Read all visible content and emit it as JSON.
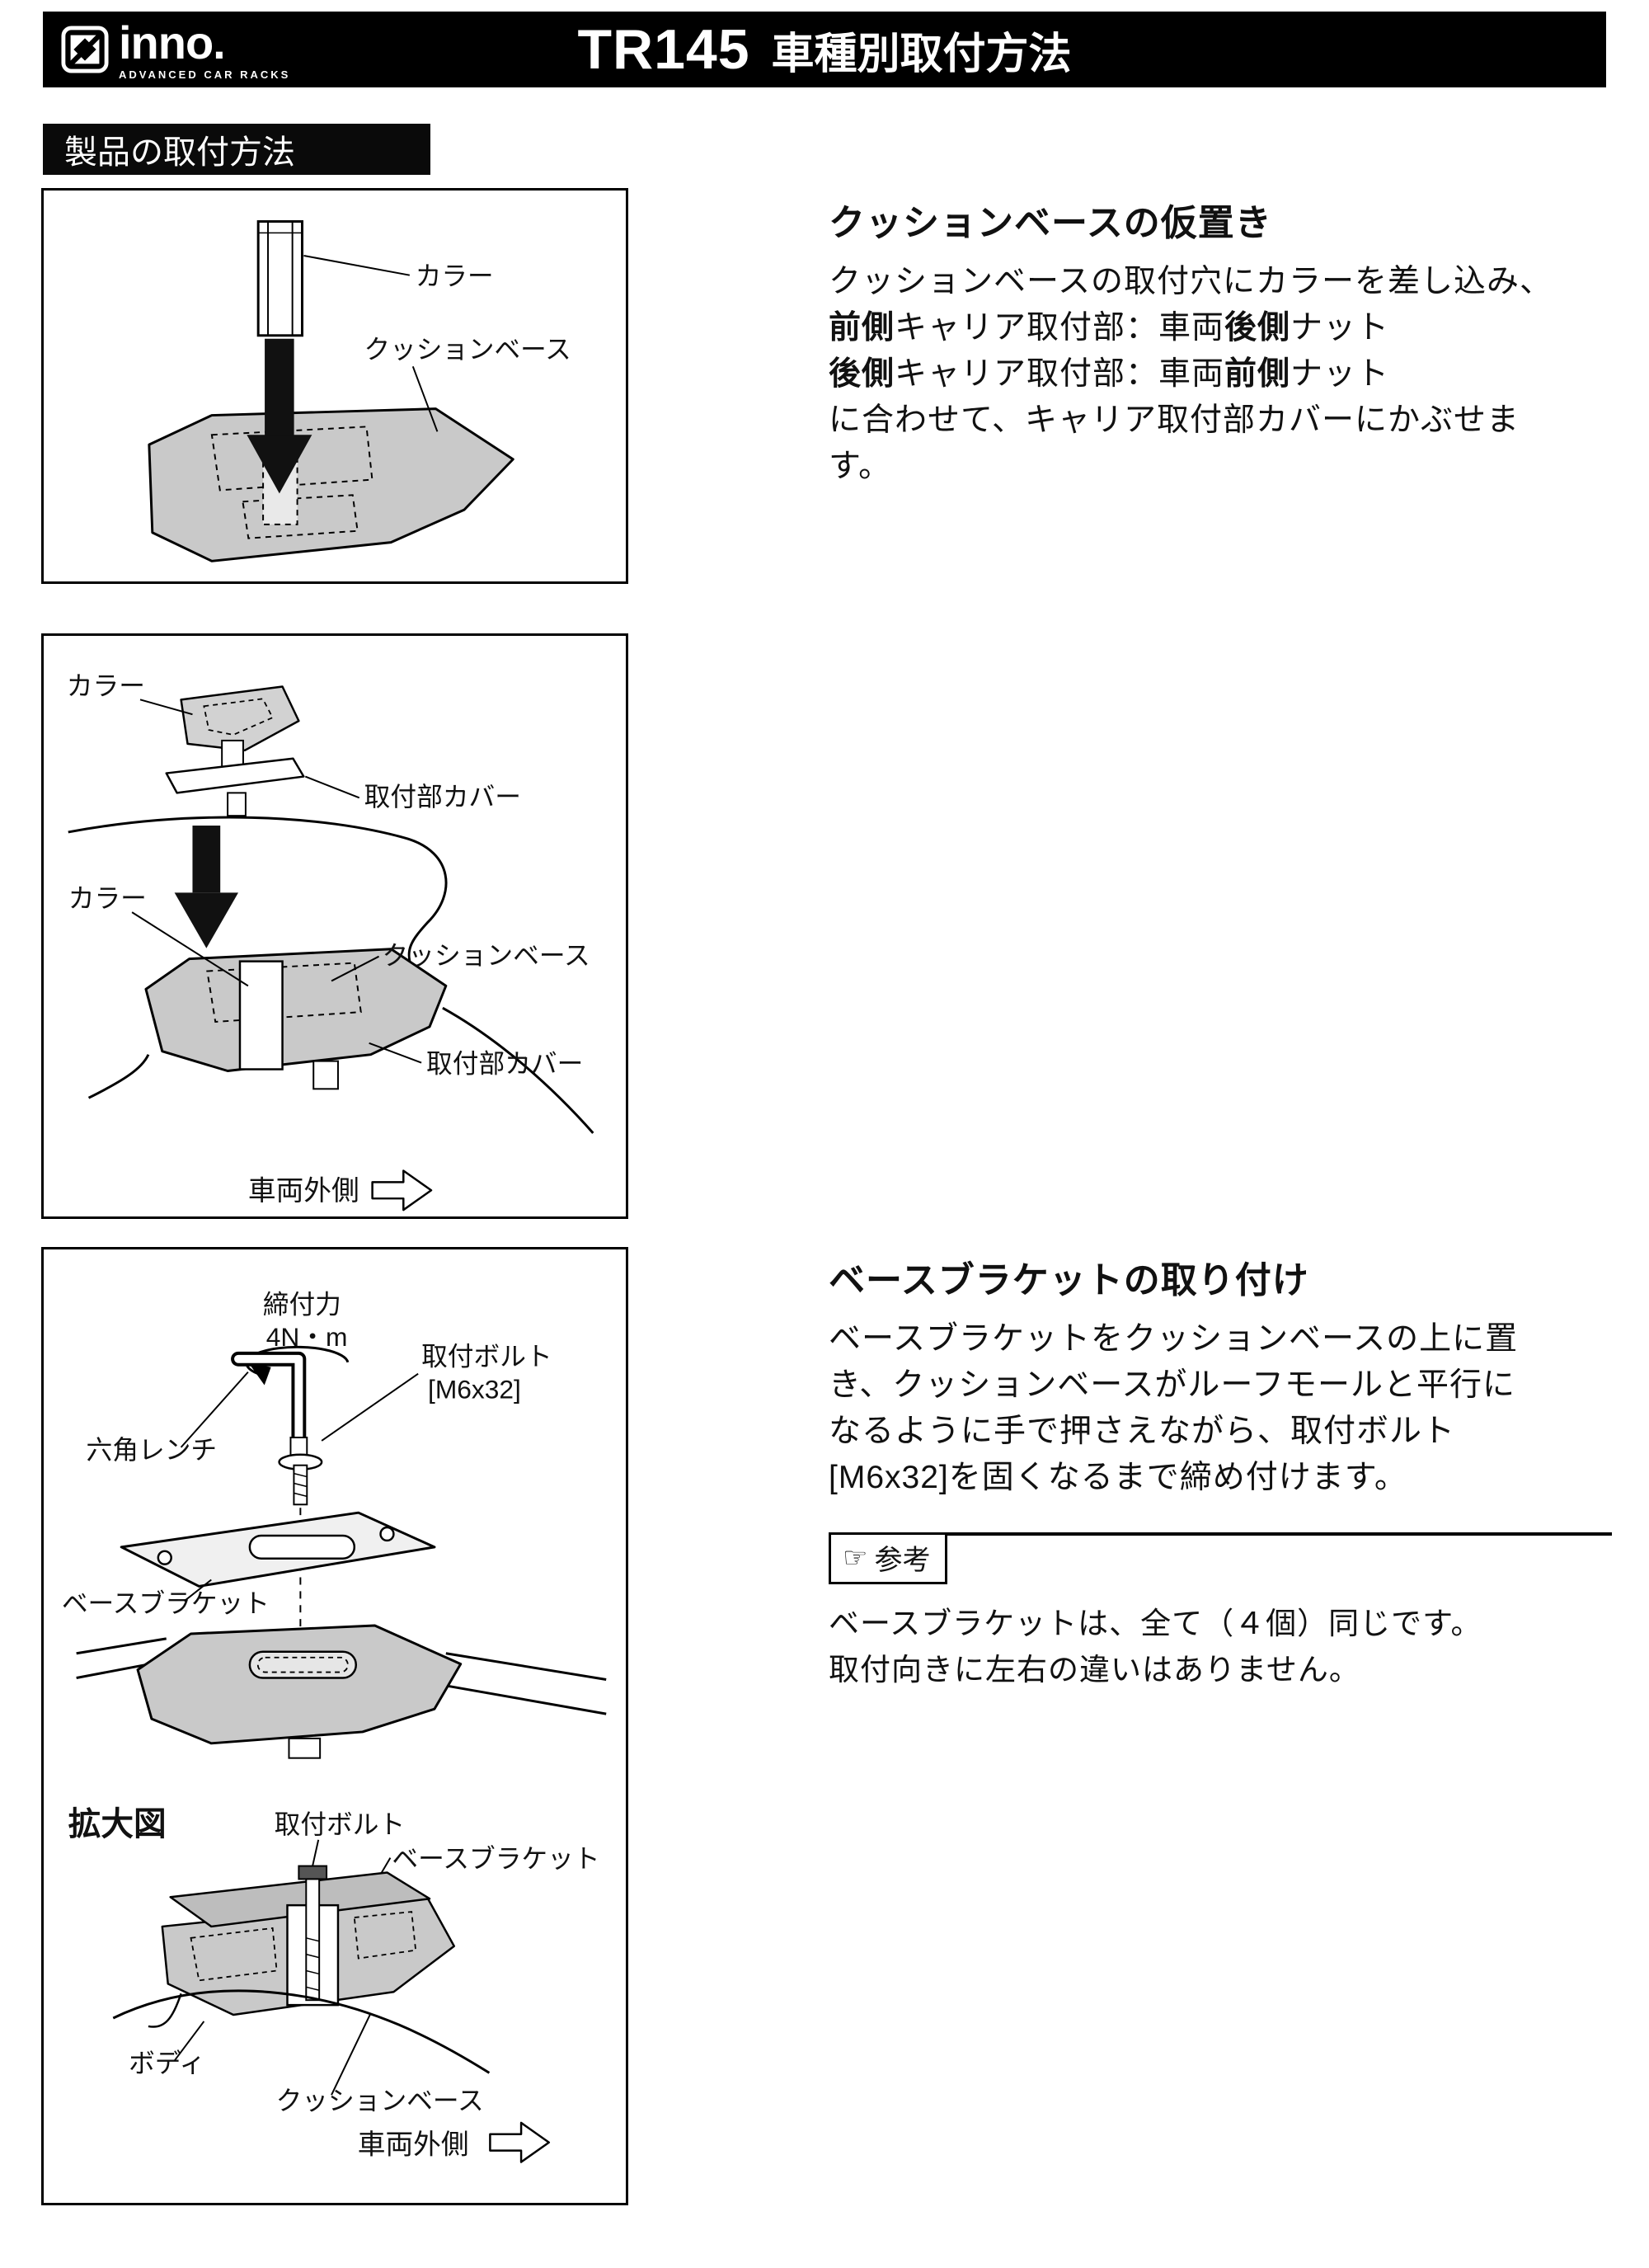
{
  "header": {
    "brand": "inno.",
    "brand_tagline": "ADVANCED CAR RACKS",
    "model": "TR145",
    "title": "車種別取付方法"
  },
  "section_bar": "製品の取付方法",
  "colors": {
    "bar_black": "#000000",
    "diagram_gray": "#c9c9c9"
  },
  "step1": {
    "heading": "クッションベースの仮置き",
    "line1": "クッションベースの取付穴にカラーを差し込み、",
    "line2_bold1": "前側",
    "line2_text1": "キャリア取付部：車両",
    "line2_bold2": "後側",
    "line2_text2": "ナット",
    "line3_bold1": "後側",
    "line3_text1": "キャリア取付部：車両",
    "line3_bold2": "前側",
    "line3_text2": "ナット",
    "line4": "に合わせて、キャリア取付部カバーにかぶせま",
    "line5": "す。"
  },
  "step2": {
    "heading": "ベースブラケットの取り付け",
    "line1": "ベースブラケットをクッションベースの上に置",
    "line2": "き、クッションベースがルーフモールと平行に",
    "line3": "なるように手で押さえながら、取付ボルト",
    "line4": "[M6x32]を固くなるまで締め付けます。",
    "note_icon": "☞",
    "note_badge": "参考",
    "note_line1": "ベースブラケットは、全て（４個）同じです。",
    "note_line2": "取付向きに左右の違いはありません。"
  },
  "diagram1": {
    "label_collar": "カラー",
    "label_cushion_base": "クッションベース"
  },
  "diagram2": {
    "label_collar_top": "カラー",
    "label_cover_top": "取付部カバー",
    "label_collar_bottom": "カラー",
    "label_cushion_base": "クッションベース",
    "label_cover_bottom": "取付部カバー",
    "label_vehicle_outside": "車両外側"
  },
  "diagram3": {
    "label_torque": "締付力",
    "label_torque_value": "4N・m",
    "label_bolt": "取付ボルト",
    "label_bolt_size": "[M6x32]",
    "label_hex_wrench": "六角レンチ",
    "label_base_bracket": "ベースブラケット",
    "label_enlarged_view": "拡大図",
    "label_bolt2": "取付ボルト",
    "label_base_bracket2": "ベースブラケット",
    "label_body": "ボディ",
    "label_cushion_base": "クッションベース",
    "label_vehicle_outside": "車両外側"
  }
}
